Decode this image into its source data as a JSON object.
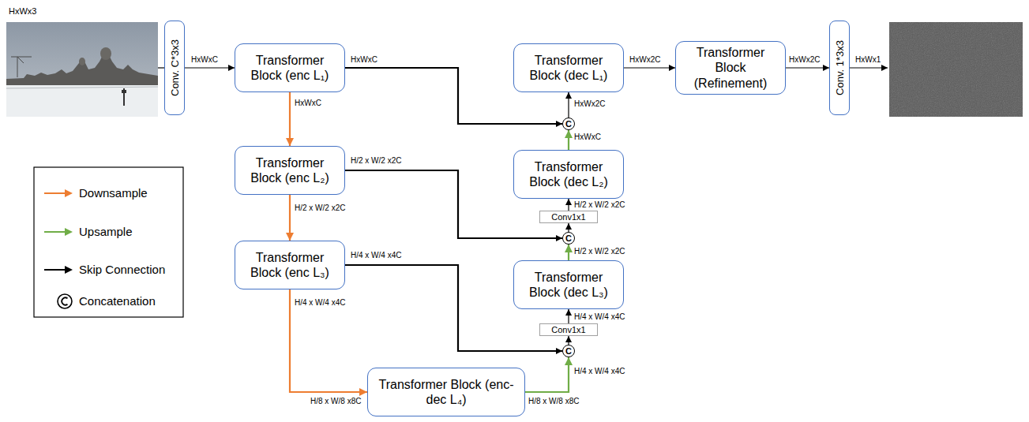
{
  "diagram": {
    "nodes": [
      {
        "text": [
          "Conv. C*3x3"
        ]
      },
      {
        "text": [
          "Transformer Block (enc L₁)"
        ]
      },
      {
        "text": [
          "Transformer Block (dec L₁)"
        ]
      },
      {
        "text": [
          "Transformer Block (Refinement)"
        ]
      },
      {
        "text": [
          "Conv. 1*3x3"
        ]
      },
      {
        "text": [
          "C"
        ]
      },
      {
        "text": [
          "Transformer Block (enc L₂)"
        ]
      },
      {
        "text": [
          "Transformer Block (dec L₂)"
        ]
      },
      {
        "text": [
          "Conv1x1"
        ]
      },
      {
        "text": [
          "C"
        ]
      },
      {
        "text": [
          "Transformer Block (enc L₃)"
        ]
      },
      {
        "text": [
          "Transformer Block (dec L₃)"
        ]
      },
      {
        "text": [
          "Conv1x1"
        ]
      },
      {
        "text": [
          "C"
        ]
      },
      {
        "text": [
          "Transformer Block (enc-dec L₄)"
        ]
      }
    ],
    "edges": [
      {
        "from": 0,
        "to": 1,
        "arrow": "to"
      },
      {
        "from": 1,
        "to": 6,
        "arrow": "to"
      },
      {
        "from": 6,
        "to": 10,
        "arrow": "to"
      },
      {
        "from": 10,
        "to": 14,
        "arrow": "to"
      },
      {
        "from": 14,
        "to": 13,
        "arrow": "to"
      },
      {
        "from": 13,
        "to": 12,
        "arrow": "to"
      },
      {
        "from": 12,
        "to": 11,
        "arrow": "to"
      },
      {
        "from": 11,
        "to": 9,
        "arrow": "to"
      },
      {
        "from": 9,
        "to": 8,
        "arrow": "to"
      },
      {
        "from": 8,
        "to": 7,
        "arrow": "to"
      },
      {
        "from": 7,
        "to": 5,
        "arrow": "to"
      },
      {
        "from": 5,
        "to": 2,
        "arrow": "to"
      },
      {
        "from": 2,
        "to": 3,
        "arrow": "to"
      },
      {
        "from": 3,
        "to": 4,
        "arrow": "to"
      },
      {
        "from": 1,
        "to": 5,
        "arrow": "to"
      },
      {
        "from": 6,
        "to": 9,
        "arrow": "to"
      },
      {
        "from": 10,
        "to": 13,
        "arrow": "to"
      }
    ],
    "labels": [
      "HxWx3",
      "HxWxC",
      "HxWxC",
      "HxWx2C",
      "HxWx2C",
      "HxWx1",
      "HxWxC",
      "HxWx2C",
      "HxWxC",
      "H/2 x W/2 x2C",
      "H/2 x W/2 x2C",
      "H/2 x W/2 x2C",
      "H/2 x W/2 x2C",
      "H/4 x W/4 x4C",
      "H/4 x W/4 x4C",
      "H/4 x W/4 x4C",
      "H/4 x W/4 x4C",
      "H/8 x W/8 x8C",
      "H/8 x W/8 x8C"
    ],
    "legend": [
      {
        "text": "Downsample"
      },
      {
        "text": "Upsample"
      },
      {
        "text": "Skip Connection"
      },
      {
        "text": "Concatenation"
      }
    ]
  }
}
